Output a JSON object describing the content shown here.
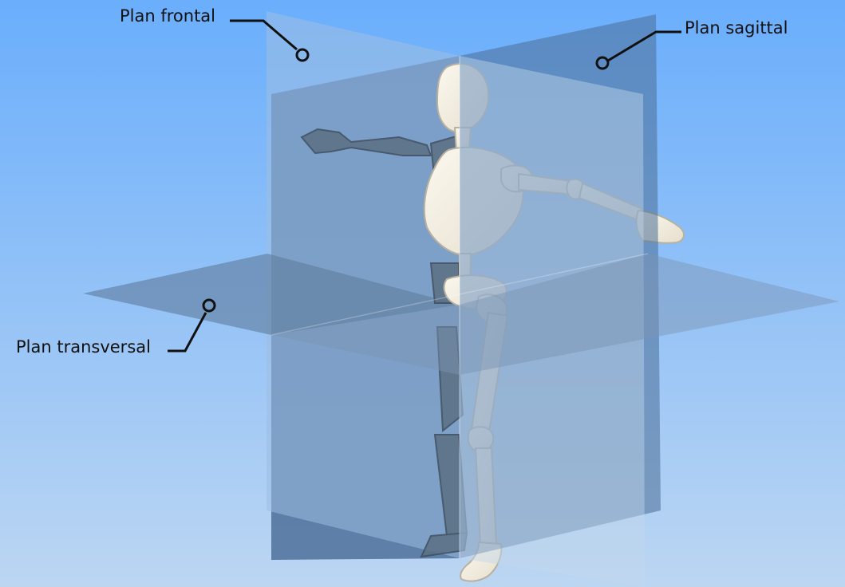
{
  "labels": {
    "frontal": "Plan frontal",
    "sagittal": "Plan sagittal",
    "transversal": "Plan transversal"
  },
  "colors": {
    "sky_top": "#6aaefc",
    "sky_bottom": "#bcd6f2",
    "frontal_plane": "#8fb3dc",
    "sagittal_plane": "#4b6d96",
    "transversal_plane": "#5f7c9e",
    "bone": "#f3efe3",
    "bone_outline": "#b9b1a0",
    "leader_line": "#111111"
  },
  "icons": {
    "frontal_marker": "circle-marker",
    "sagittal_marker": "circle-marker",
    "transversal_marker": "circle-marker"
  }
}
